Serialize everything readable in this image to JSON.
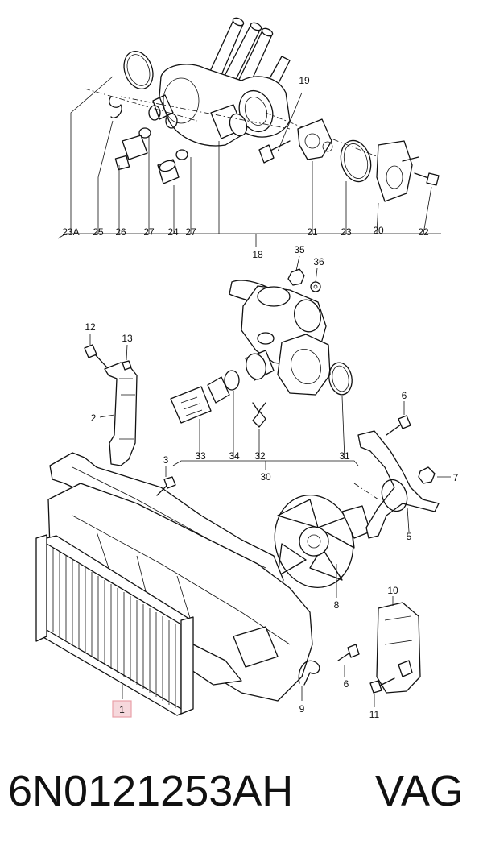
{
  "footer": {
    "part_number": "6N0121253AH",
    "brand": "VAG"
  },
  "callouts": {
    "c19": "19",
    "c23A": "23A",
    "c25": "25",
    "c26": "26",
    "c27a": "27",
    "c24": "24",
    "c27b": "27",
    "c21": "21",
    "c23": "23",
    "c20": "20",
    "c22": "22",
    "c18": "18",
    "c35": "35",
    "c36": "36",
    "c12": "12",
    "c13": "13",
    "c2": "2",
    "c6a": "6",
    "c33": "33",
    "c34": "34",
    "c32": "32",
    "c31": "31",
    "c30": "30",
    "c3": "3",
    "c7": "7",
    "c5": "5",
    "c8": "8",
    "c10": "10",
    "c1": "1",
    "c6b": "6",
    "c9": "9",
    "c11": "11"
  },
  "highlighted_callout": "1",
  "highlight_color": "#e8a0a8"
}
